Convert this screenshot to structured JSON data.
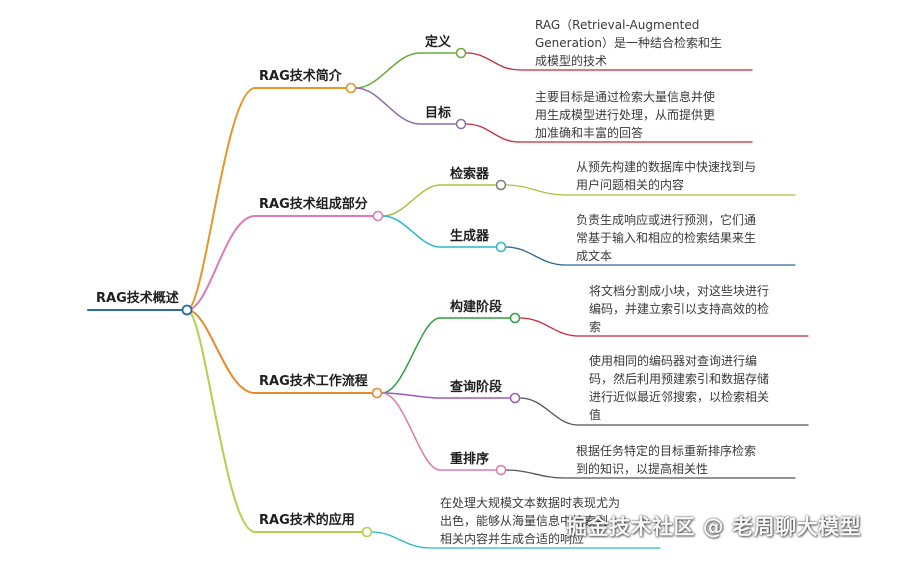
{
  "colors": {
    "root": "#2b6c9a",
    "intro": "#e8962a",
    "definition": "#6aaa3a",
    "goal": "#8a6ea8",
    "components": "#dd7ab8",
    "retriever": "#a8c23c",
    "generator": "#2bb6c9",
    "workflow": "#e88a2a",
    "build": "#2e9e40",
    "query": "#9a5ac0",
    "rerank": "#e07aa8",
    "application": "#b4cf4a",
    "application_leaf": "#28b8c8",
    "underline_red": "#c8283a",
    "underline_dark": "#555555"
  },
  "mindmap": {
    "root": {
      "label": "RAG技术概述"
    },
    "intro": {
      "label": "RAG技术简介",
      "definition": {
        "label": "定义",
        "lines": [
          "RAG（Retrieval-Augmented",
          "Generation）是一种结合检索和生",
          "成模型的技术"
        ]
      },
      "goal": {
        "label": "目标",
        "lines": [
          "主要目标是通过检索大量信息并使",
          "用生成模型进行处理，从而提供更",
          "加准确和丰富的回答"
        ]
      }
    },
    "components": {
      "label": "RAG技术组成部分",
      "retriever": {
        "label": "检索器",
        "lines": [
          "从预先构建的数据库中快速找到与",
          "用户问题相关的内容"
        ]
      },
      "generator": {
        "label": "生成器",
        "lines": [
          "负责生成响应或进行预测，它们通",
          "常基于输入和相应的检索结果来生",
          "成文本"
        ]
      }
    },
    "workflow": {
      "label": "RAG技术工作流程",
      "build": {
        "label": "构建阶段",
        "lines": [
          "将文档分割成小块，对这些块进行",
          "编码，并建立索引以支持高效的检",
          "索"
        ]
      },
      "query": {
        "label": "查询阶段",
        "lines": [
          "使用相同的编码器对查询进行编",
          "码，然后利用预建索引和数据存储",
          "进行近似最近邻搜索，以检索相关",
          "值"
        ]
      },
      "rerank": {
        "label": "重排序",
        "lines": [
          "根据任务特定的目标重新排序检索",
          "到的知识，以提高相关性"
        ]
      }
    },
    "application": {
      "label": "RAG技术的应用",
      "lines": [
        "在处理大规模文本数据时表现尤为",
        "出色，能够从海量信息中检索到",
        "相关内容并生成合适的响应"
      ]
    }
  },
  "watermark": "掘金技术社区 @ 老周聊大模型"
}
